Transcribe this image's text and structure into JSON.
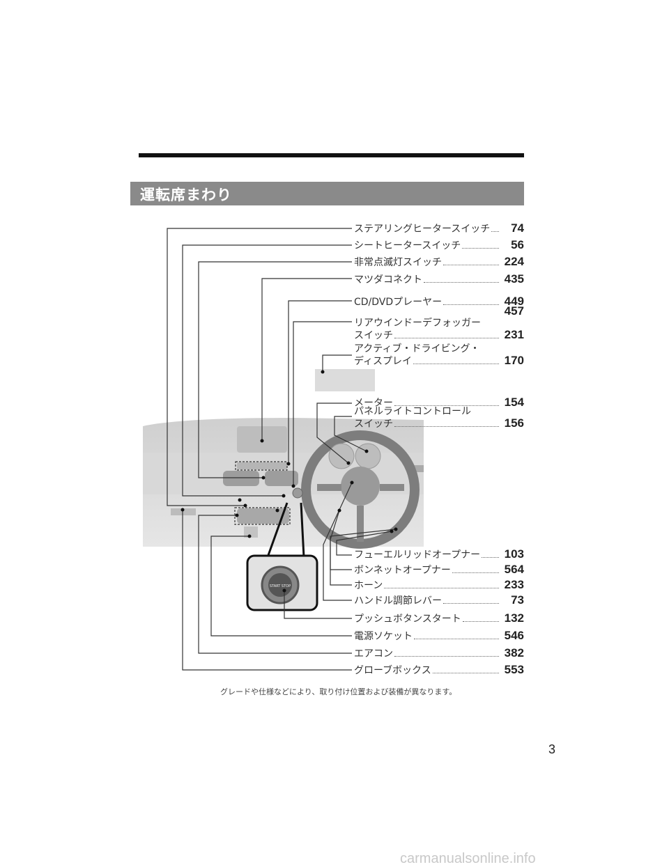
{
  "section_title": "運転席まわり",
  "callouts_top": [
    {
      "label": "ステアリングヒータースイッチ",
      "page": "74"
    },
    {
      "label": "シートヒータースイッチ",
      "page": "56"
    },
    {
      "label": "非常点滅灯スイッチ",
      "page": "224"
    },
    {
      "label": "マツダコネクト",
      "page": "435"
    },
    {
      "label": "CD/DVDプレーヤー",
      "page": "449",
      "page2": "457"
    },
    {
      "label": "リアウインドーデフォッガー",
      "label2": "スイッチ",
      "page": "231"
    },
    {
      "label": "アクティブ・ドライビング・",
      "label2": "ディスプレイ",
      "page": "170"
    },
    {
      "label": "メーター",
      "page": "154"
    },
    {
      "label": "パネルライトコントロール",
      "label2": "スイッチ",
      "page": "156"
    }
  ],
  "callouts_bottom": [
    {
      "label": "フューエルリッドオープナー",
      "page": "103"
    },
    {
      "label": "ボンネットオープナー",
      "page": "564"
    },
    {
      "label": "ホーン",
      "page": "233"
    },
    {
      "label": "ハンドル調節レバー",
      "page": "73"
    },
    {
      "label": "プッシュボタンスタート",
      "page": "132"
    },
    {
      "label": "電源ソケット",
      "page": "546"
    },
    {
      "label": "エアコン",
      "page": "382"
    },
    {
      "label": "グローブボックス",
      "page": "553"
    }
  ],
  "start_button_text": "START STOP",
  "note": "グレードや仕様などにより、取り付け位置および装備が異なります。",
  "page_number": "3",
  "watermark": "carmanualsonline.info"
}
